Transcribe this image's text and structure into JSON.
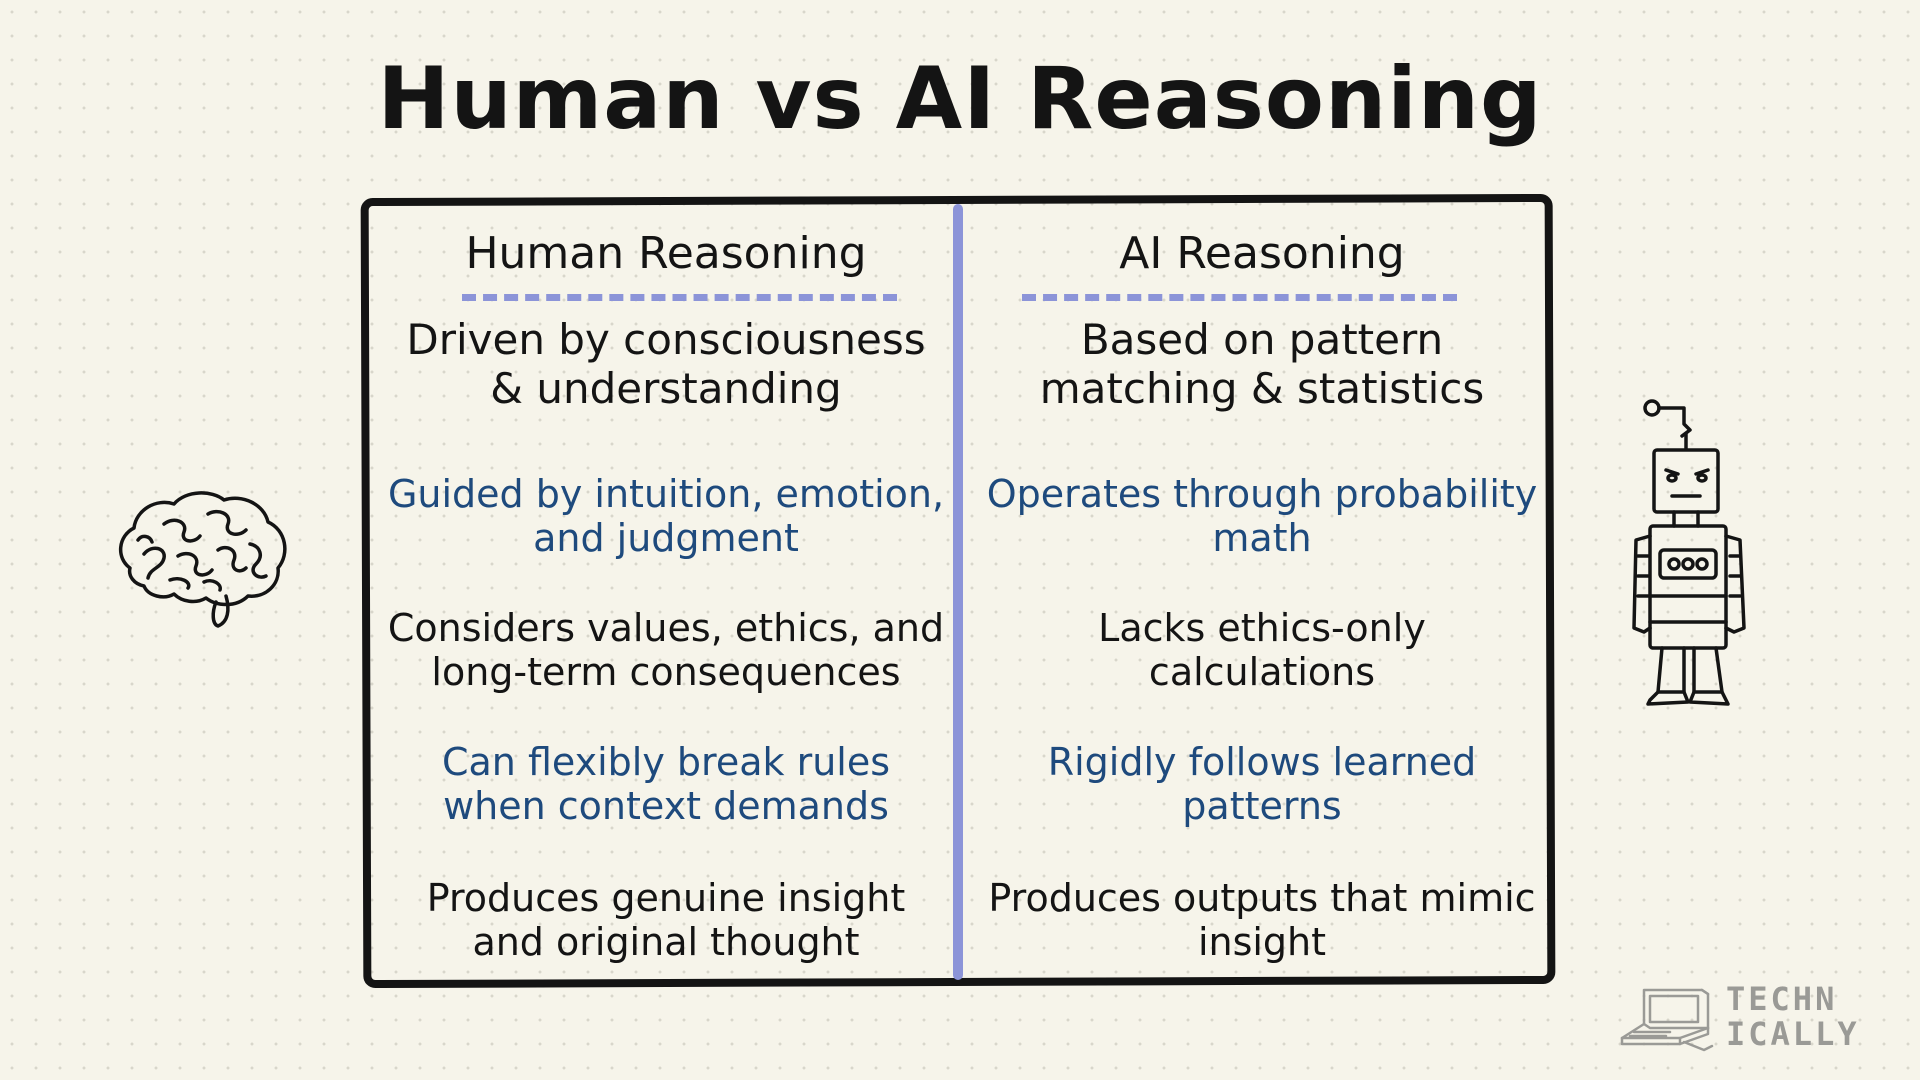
{
  "title": "Human vs AI Reasoning",
  "columns": [
    {
      "header": "Human Reasoning",
      "points": [
        "Driven by consciousness & understanding",
        "Guided by intuition, emotion, and judgment",
        "Considers values, ethics, and long-term consequences",
        "Can flexibly break rules when context demands",
        "Produces genuine insight and original thought"
      ]
    },
    {
      "header": "AI Reasoning",
      "points": [
        "Based on pattern matching & statistics",
        "Operates through probability math",
        "Lacks ethics-only calculations",
        "Rigidly follows learned patterns",
        "Produces outputs that mimic insight"
      ]
    }
  ],
  "illustrations": {
    "left": "brain-icon",
    "right": "robot-icon"
  },
  "logo": {
    "line1": "TECHN",
    "line2": "ICALLY",
    "icon": "retro-computer-icon"
  },
  "colors": {
    "background": "#f6f4ea",
    "ink": "#141414",
    "accent_blue_text": "#1e4a7d",
    "divider_lavender": "#8c94d8",
    "logo_gray": "#9a9a96"
  }
}
